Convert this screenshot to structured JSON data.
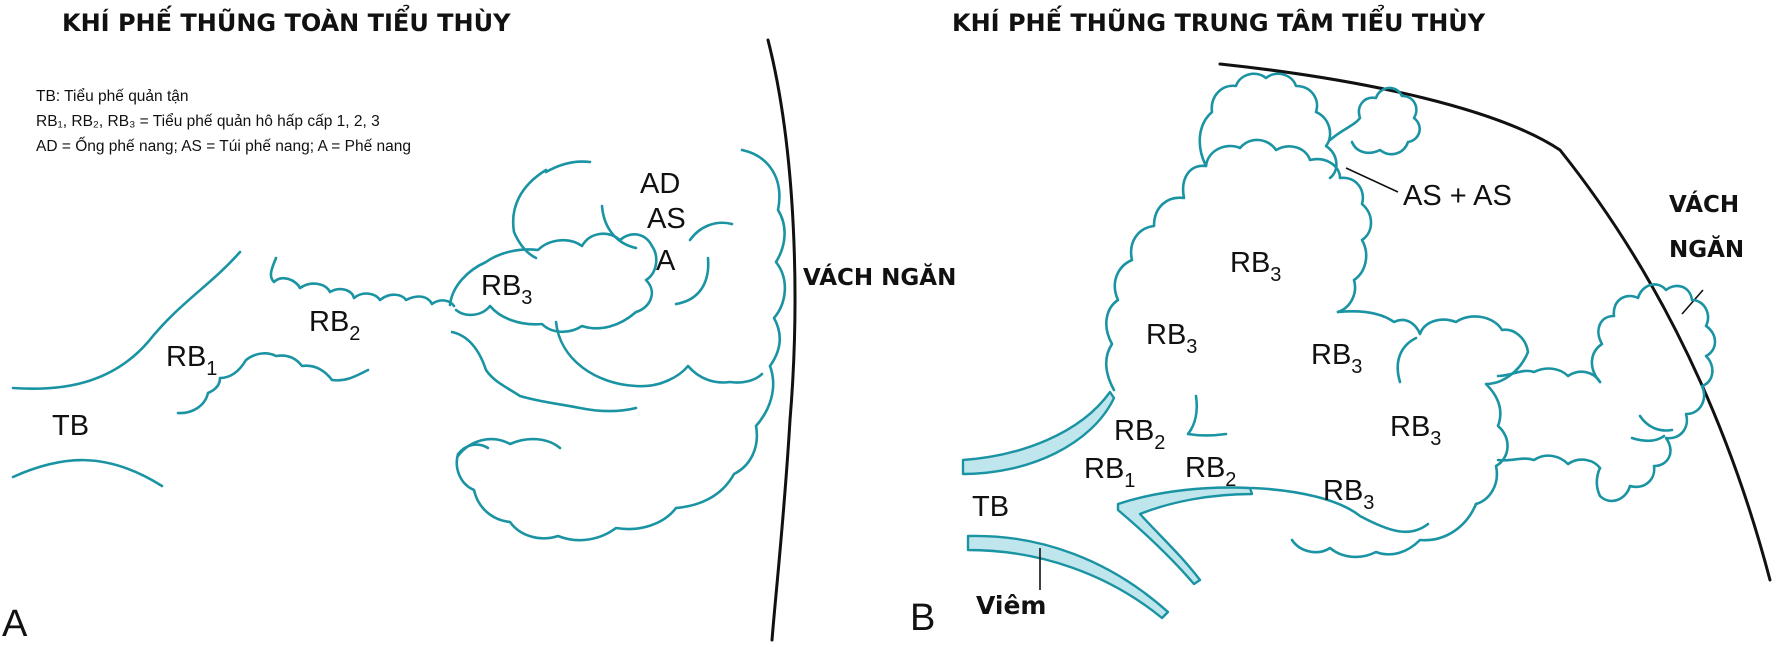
{
  "panel_a": {
    "letter": "A",
    "title": "KHÍ PHẾ THŨNG TOÀN TIỂU THÙY",
    "legend": [
      "TB: Tiểu phế quản tận",
      "RB₁, RB₂, RB₃ = Tiểu phế quản hô hấp cấp 1, 2, 3",
      "AD = Ống phế nang; AS = Túi phế nang; A = Phế nang"
    ],
    "septum_label": "VÁCH NGĂN",
    "labels": {
      "tb": "TB",
      "rb1": "RB",
      "rb1_sub": "1",
      "rb2": "RB",
      "rb2_sub": "2",
      "rb3": "RB",
      "rb3_sub": "3",
      "ad": "AD",
      "as": "AS",
      "a": "A"
    }
  },
  "panel_b": {
    "letter": "B",
    "title": "KHÍ PHẾ THŨNG TRUNG TÂM TIỂU THÙY",
    "septum_label_line1": "VÁCH",
    "septum_label_line2": "NGĂN",
    "labels": {
      "tb": "TB",
      "inflammation": "Viêm",
      "as_as": "AS + AS",
      "rb": "RB",
      "sub1": "1",
      "sub2": "2",
      "sub3": "3"
    }
  },
  "colors": {
    "outline": "#1a93a3",
    "wall_fill": "#bfe6ec",
    "septum": "#111111"
  }
}
